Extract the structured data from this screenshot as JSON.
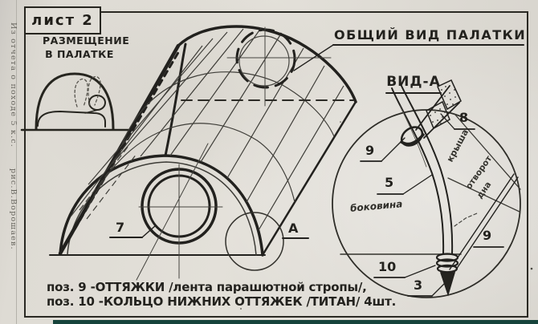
{
  "page": {
    "sheet_label": "лист 2",
    "margin_note": "Из отчета о походе 5 к.с.",
    "margin_credit": "рис.В.Ворошаев.",
    "inset_title_line1": "РАЗМЕЩЕНИЕ",
    "inset_title_line2": "В ПАЛАТКЕ",
    "main_title": "ОБЩИЙ ВИД ПАЛАТКИ",
    "detail_title": "ВИД-А"
  },
  "labels": {
    "pos7": "7",
    "detail_marker": "А",
    "pos8": "8",
    "pos9_top": "9",
    "pos5": "5",
    "pos9_right": "9",
    "pos10": "10",
    "pos3": "3",
    "panel_roof": "крыша",
    "panel_fold_line1": "отворот",
    "panel_fold_line2": "дна",
    "panel_side": "боковина"
  },
  "caption": {
    "line1": "поз. 9 -ОТТЯЖКИ /лента парашютной стропы/,",
    "line2": "поз. 10 -КОЛЬЦО НИЖНИХ ОТТЯЖЕК /ТИТАН/ 4шт."
  },
  "colors": {
    "paper": "#dedbd4",
    "ink_bold": "#22211e",
    "ink_thin": "#45443f",
    "edge_strip": "#16433b",
    "margin_text": "#68665f"
  }
}
